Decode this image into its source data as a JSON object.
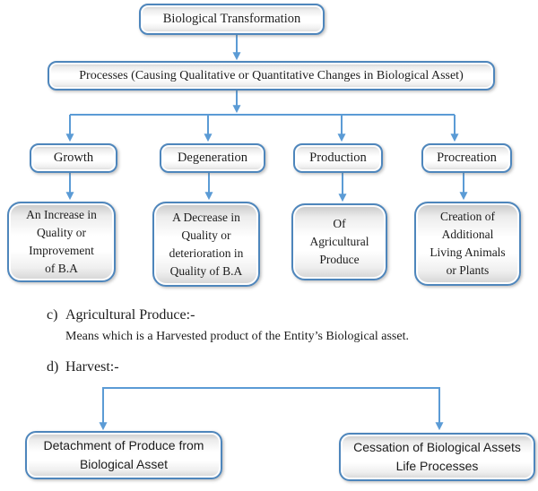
{
  "diagram": {
    "root": "Biological Transformation",
    "processes": "Processes (Causing Qualitative or Quantitative Changes in Biological Asset)",
    "branches": [
      {
        "label": "Growth",
        "description": "An Increase in\nQuality or\nImprovement\nof B.A"
      },
      {
        "label": "Degeneration",
        "description": "A Decrease in\nQuality or\ndeterioration in\nQuality of B.A"
      },
      {
        "label": "Production",
        "description": "Of\nAgricultural\nProduce"
      },
      {
        "label": "Procreation",
        "description": "Creation of\nAdditional\nLiving Animals\nor Plants"
      }
    ]
  },
  "notes": {
    "c_label": "c)",
    "c_title": "Agricultural Produce:-",
    "c_body": "Means which is a Harvested product of the Entity’s Biological asset.",
    "d_label": "d)",
    "d_title": "Harvest:-"
  },
  "harvest": {
    "left_box": "Detachment of Produce from\nBiological Asset",
    "right_box": "Cessation of Biological Assets\nLife Processes"
  },
  "colors": {
    "connector_blue": "#5b9bd5",
    "box_border_blue": "#4e86bc",
    "box_fill_top": "#c6c6c6",
    "box_fill_middle": "#ffffff",
    "text": "#1c1c1c"
  }
}
